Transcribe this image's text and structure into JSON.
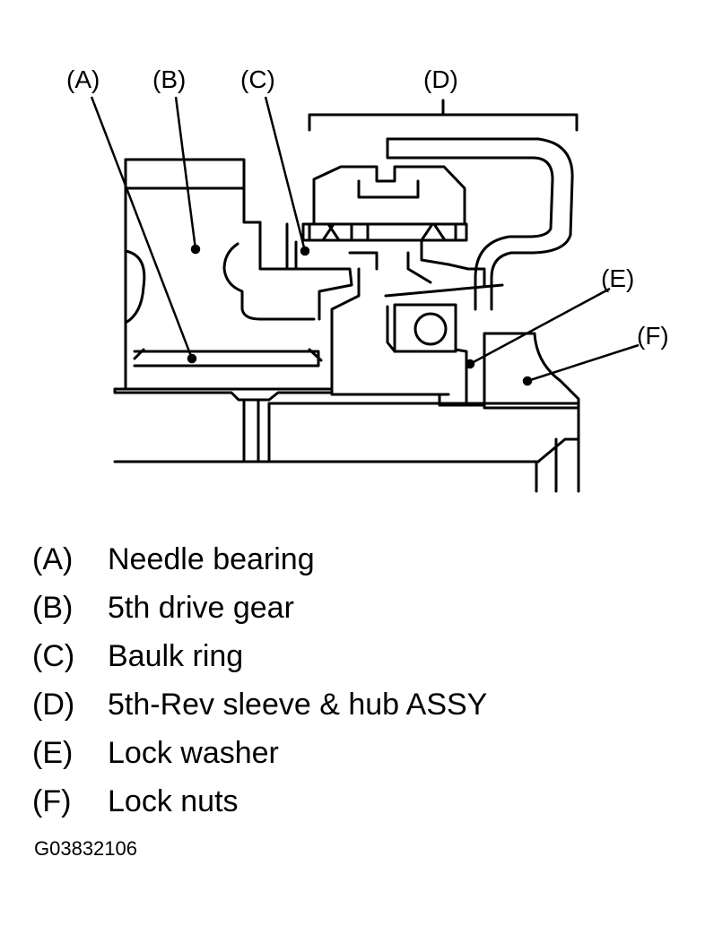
{
  "callouts": [
    "(A)",
    "(B)",
    "(C)",
    "(D)",
    "(E)",
    "(F)"
  ],
  "legend": [
    {
      "key": "(A)",
      "text": "Needle bearing"
    },
    {
      "key": "(B)",
      "text": "5th drive gear"
    },
    {
      "key": "(C)",
      "text": "Baulk ring"
    },
    {
      "key": "(D)",
      "text": "5th-Rev sleeve & hub ASSY"
    },
    {
      "key": "(E)",
      "text": "Lock washer"
    },
    {
      "key": "(F)",
      "text": "Lock nuts"
    }
  ],
  "figure_code": "G03832106"
}
